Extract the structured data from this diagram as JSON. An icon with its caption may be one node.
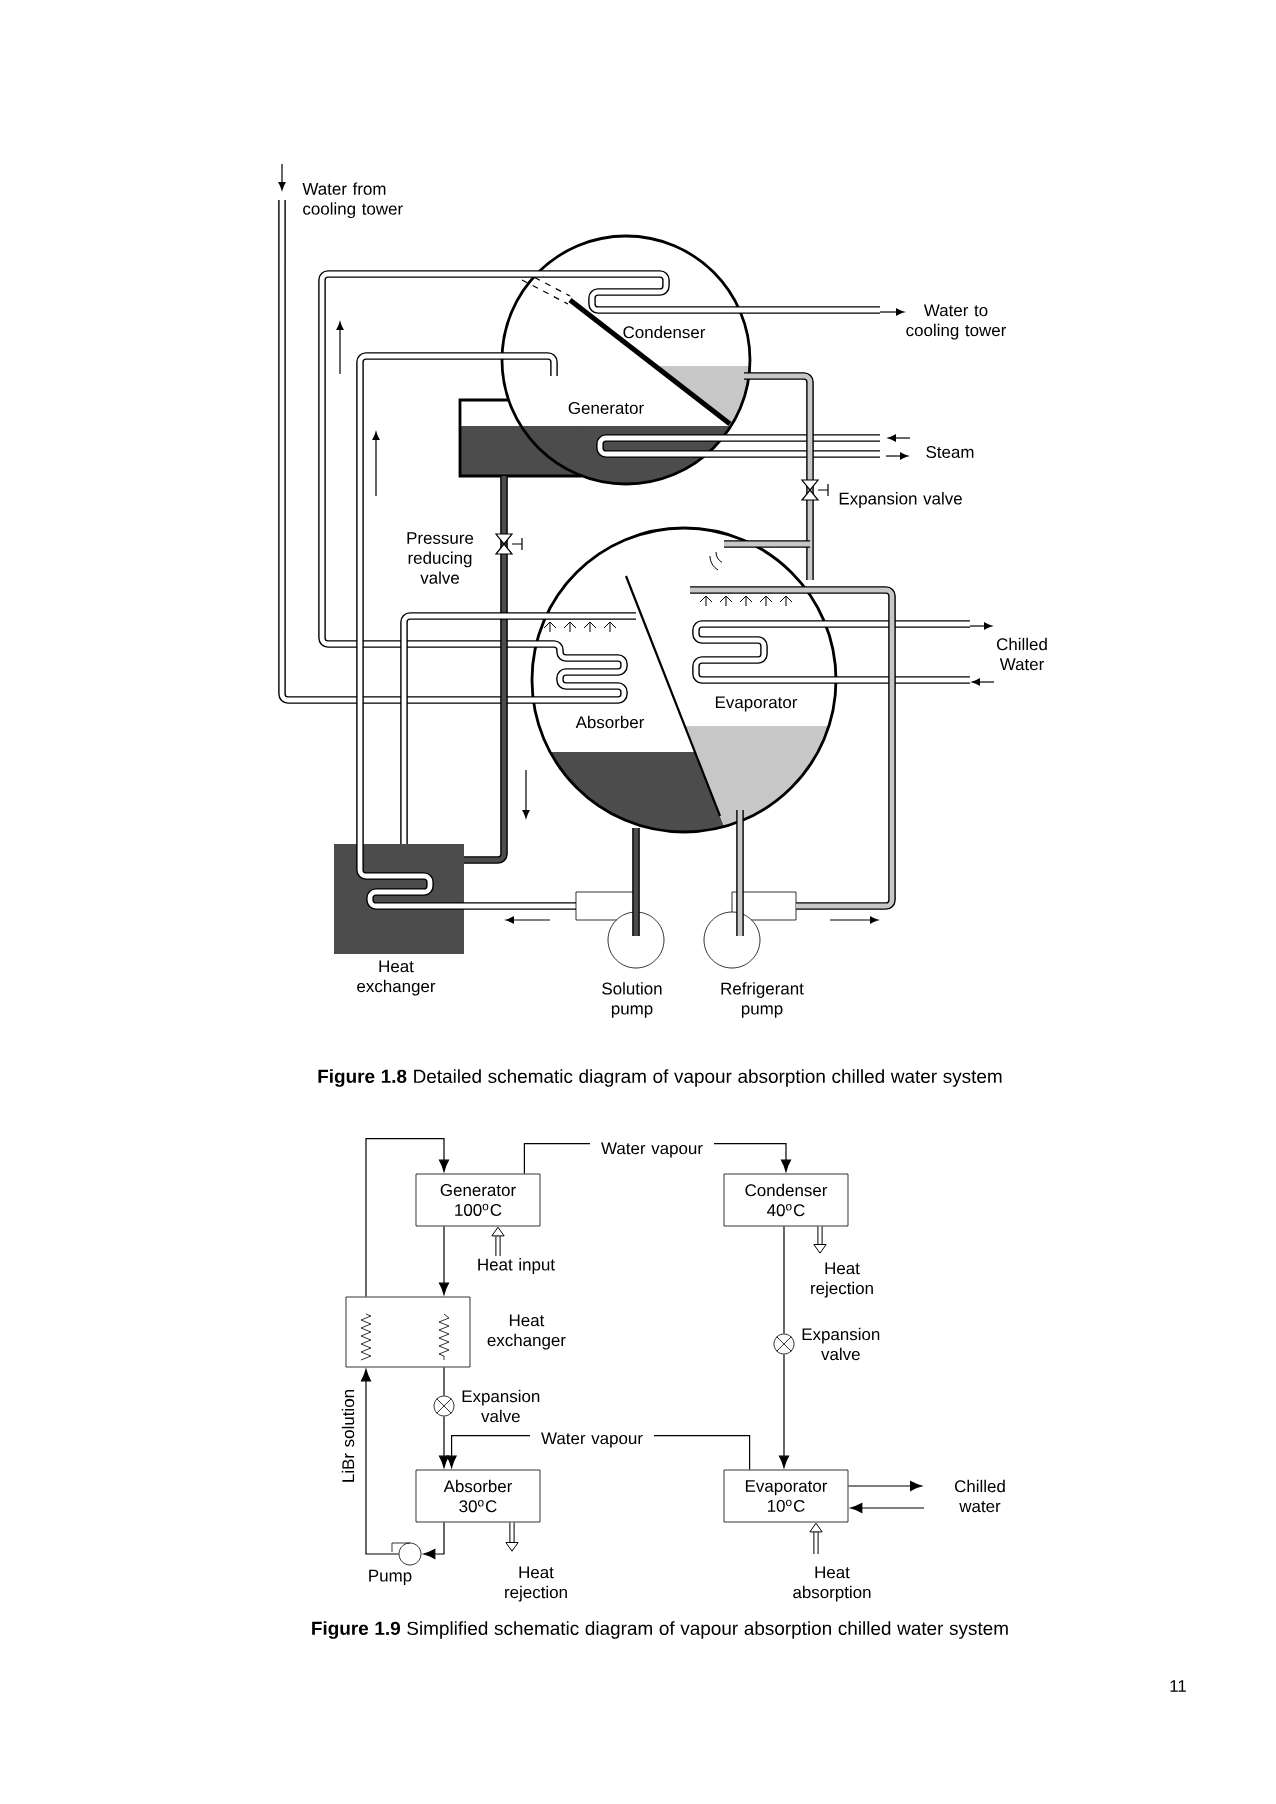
{
  "diagram": {
    "nodes": [
      {
        "text": [
          "Generator",
          "100$^{o}$C"
        ]
      },
      {
        "text": [
          "Condenser",
          "40$^{o}$C"
        ]
      },
      {
        "text": [
          "Heat exchanger"
        ]
      },
      {
        "text": [],
        "shape": "valve",
        "beside": [
          "Expansion valve"
        ]
      },
      {
        "text": [],
        "shape": "valve",
        "beside": [
          "Expansion valve"
        ]
      },
      {
        "text": [
          "Absorber",
          "30$^{o}$C"
        ]
      },
      {
        "text": [
          "Evaporator",
          "10$^{o}$C"
        ]
      },
      {
        "text": [],
        "shape": "pump",
        "beside": [
          "Pump"
        ]
      }
    ],
    "edges": [
      {
        "from": 0,
        "to": 1,
        "arrow": "to",
        "label": "Water vapour"
      },
      {
        "from": 0,
        "to": 2,
        "arrow": "to"
      },
      {
        "from": 2,
        "to": 3,
        "arrow": "none"
      },
      {
        "from": 3,
        "to": 5,
        "arrow": "to"
      },
      {
        "from": 1,
        "to": 4,
        "arrow": "none"
      },
      {
        "from": 4,
        "to": 6,
        "arrow": "to"
      },
      {
        "from": 6,
        "to": 5,
        "arrow": "to",
        "label": "Water vapour"
      },
      {
        "from": 5,
        "to": 7,
        "arrow": "to"
      },
      {
        "from": 7,
        "to": 2,
        "arrow": "to",
        "label": "LiBr solution"
      },
      {
        "from": 2,
        "to": 0,
        "arrow": "to"
      },
      {
        "from": null,
        "to": 0,
        "arrow": "to",
        "label": "Heat input",
        "style": "thick"
      },
      {
        "from": 1,
        "to": null,
        "arrow": "to",
        "label": "Heat rejection",
        "style": "thick"
      },
      {
        "from": 5,
        "to": null,
        "arrow": "to",
        "label": "Heat rejection",
        "style": "thick"
      },
      {
        "from": null,
        "to": 6,
        "arrow": "to",
        "label": "Heat absorption",
        "style": "thick"
      },
      {
        "from": 6,
        "to": null,
        "arrow": "to",
        "label": "Chilled water"
      },
      {
        "from": null,
        "to": 6,
        "arrow": "to"
      }
    ],
    "labels": [
      "Water from cooling tower",
      "Water to cooling tower",
      "Condenser",
      "Generator",
      "Steam",
      "Expansion valve",
      "Pressure reducing valve",
      "Chilled Water",
      "Evaporator",
      "Absorber",
      "Heat exchanger",
      "Solution pump",
      "Refrigerant pump",
      "**Figure 1.8** Detailed schematic diagram of vapour absorption chilled water system",
      "**Figure 1.9** Simplified schematic diagram of vapour absorption chilled water system",
      "11"
    ]
  }
}
